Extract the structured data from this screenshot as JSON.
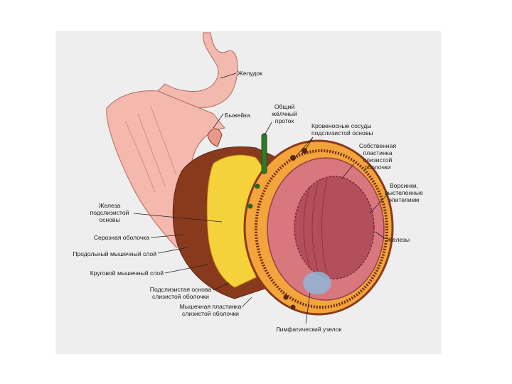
{
  "labels": {
    "stomach": "Желудок",
    "duodenal_bulb": "Быжейка",
    "bile_duct": "Общий\nжёлчный\nпроток",
    "submucosa_vessels": "Кровеносные сосуды\nподслизистой основы",
    "lamina_propria": "Собственная\nпластинка\nслизистой\nоболочки",
    "villi": "Ворсинки,\nвыстеленные\nэпителием",
    "glands": "Железы",
    "submucosal_glands": "Железа\nподслизистой\nосновы",
    "serosa": "Серозная оболочка",
    "longitudinal_muscle": "Продольный мышечный слой",
    "circular_muscle": "Круговой мышечный слой",
    "submucosa": "Подслизистая основа\nслизистой оболочки",
    "muscularis_mucosae": "Мышечная пластинка\nслизистой оболочки",
    "lymph_node": "Лимфатический узелок"
  },
  "colors": {
    "panel_bg": "#eeeeee",
    "stomach": "#f2b9ae",
    "duodenum_outer": "#f4b8ad",
    "muscle_brown": "#8a3a1c",
    "fat_yellow": "#f6d23a",
    "submucosa_orange": "#f3a43a",
    "mucosa_pink": "#d9777f",
    "lumen_dark": "#b24f5b",
    "bile_duct_green": "#2f7a2a",
    "lymph_blue": "#8fb6d8"
  }
}
